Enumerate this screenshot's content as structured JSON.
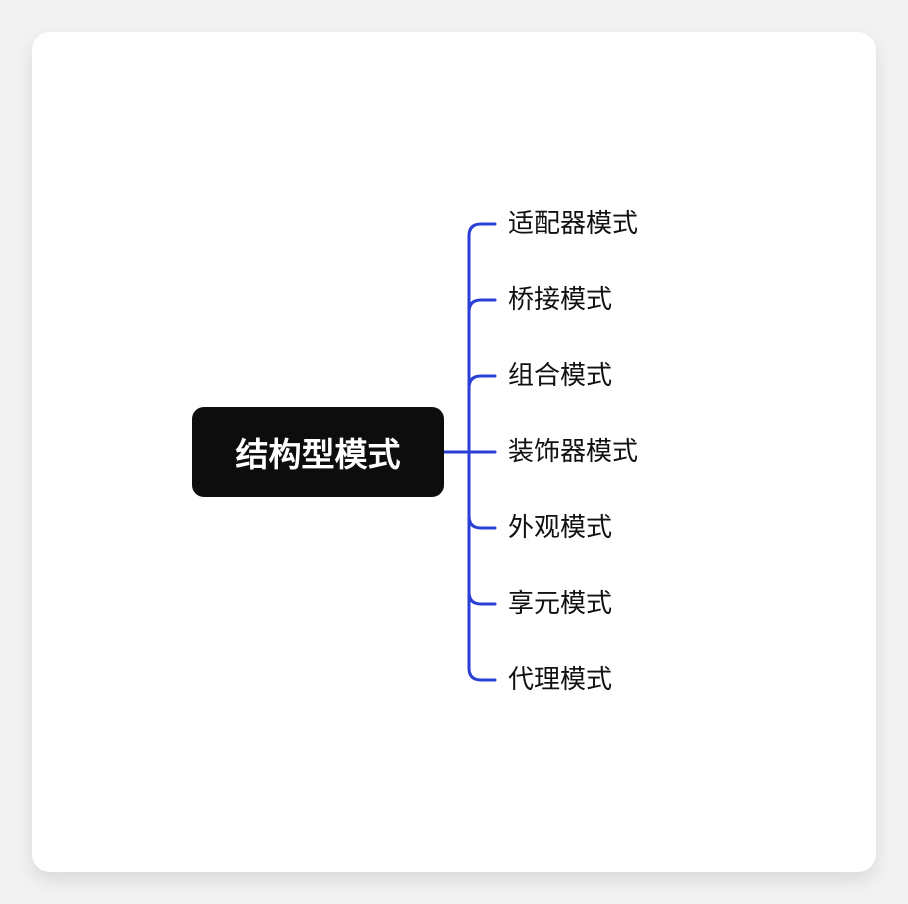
{
  "mindmap": {
    "root": {
      "label": "结构型模式"
    },
    "children": [
      {
        "label": "适配器模式"
      },
      {
        "label": "桥接模式"
      },
      {
        "label": "组合模式"
      },
      {
        "label": "装饰器模式"
      },
      {
        "label": "外观模式"
      },
      {
        "label": "享元模式"
      },
      {
        "label": "代理模式"
      }
    ]
  },
  "colors": {
    "background": "#f2f2f2",
    "card": "#ffffff",
    "root_fill": "#0d0d0d",
    "root_text": "#ffffff",
    "connector": "#2a3fd6",
    "child_text": "#111111"
  }
}
